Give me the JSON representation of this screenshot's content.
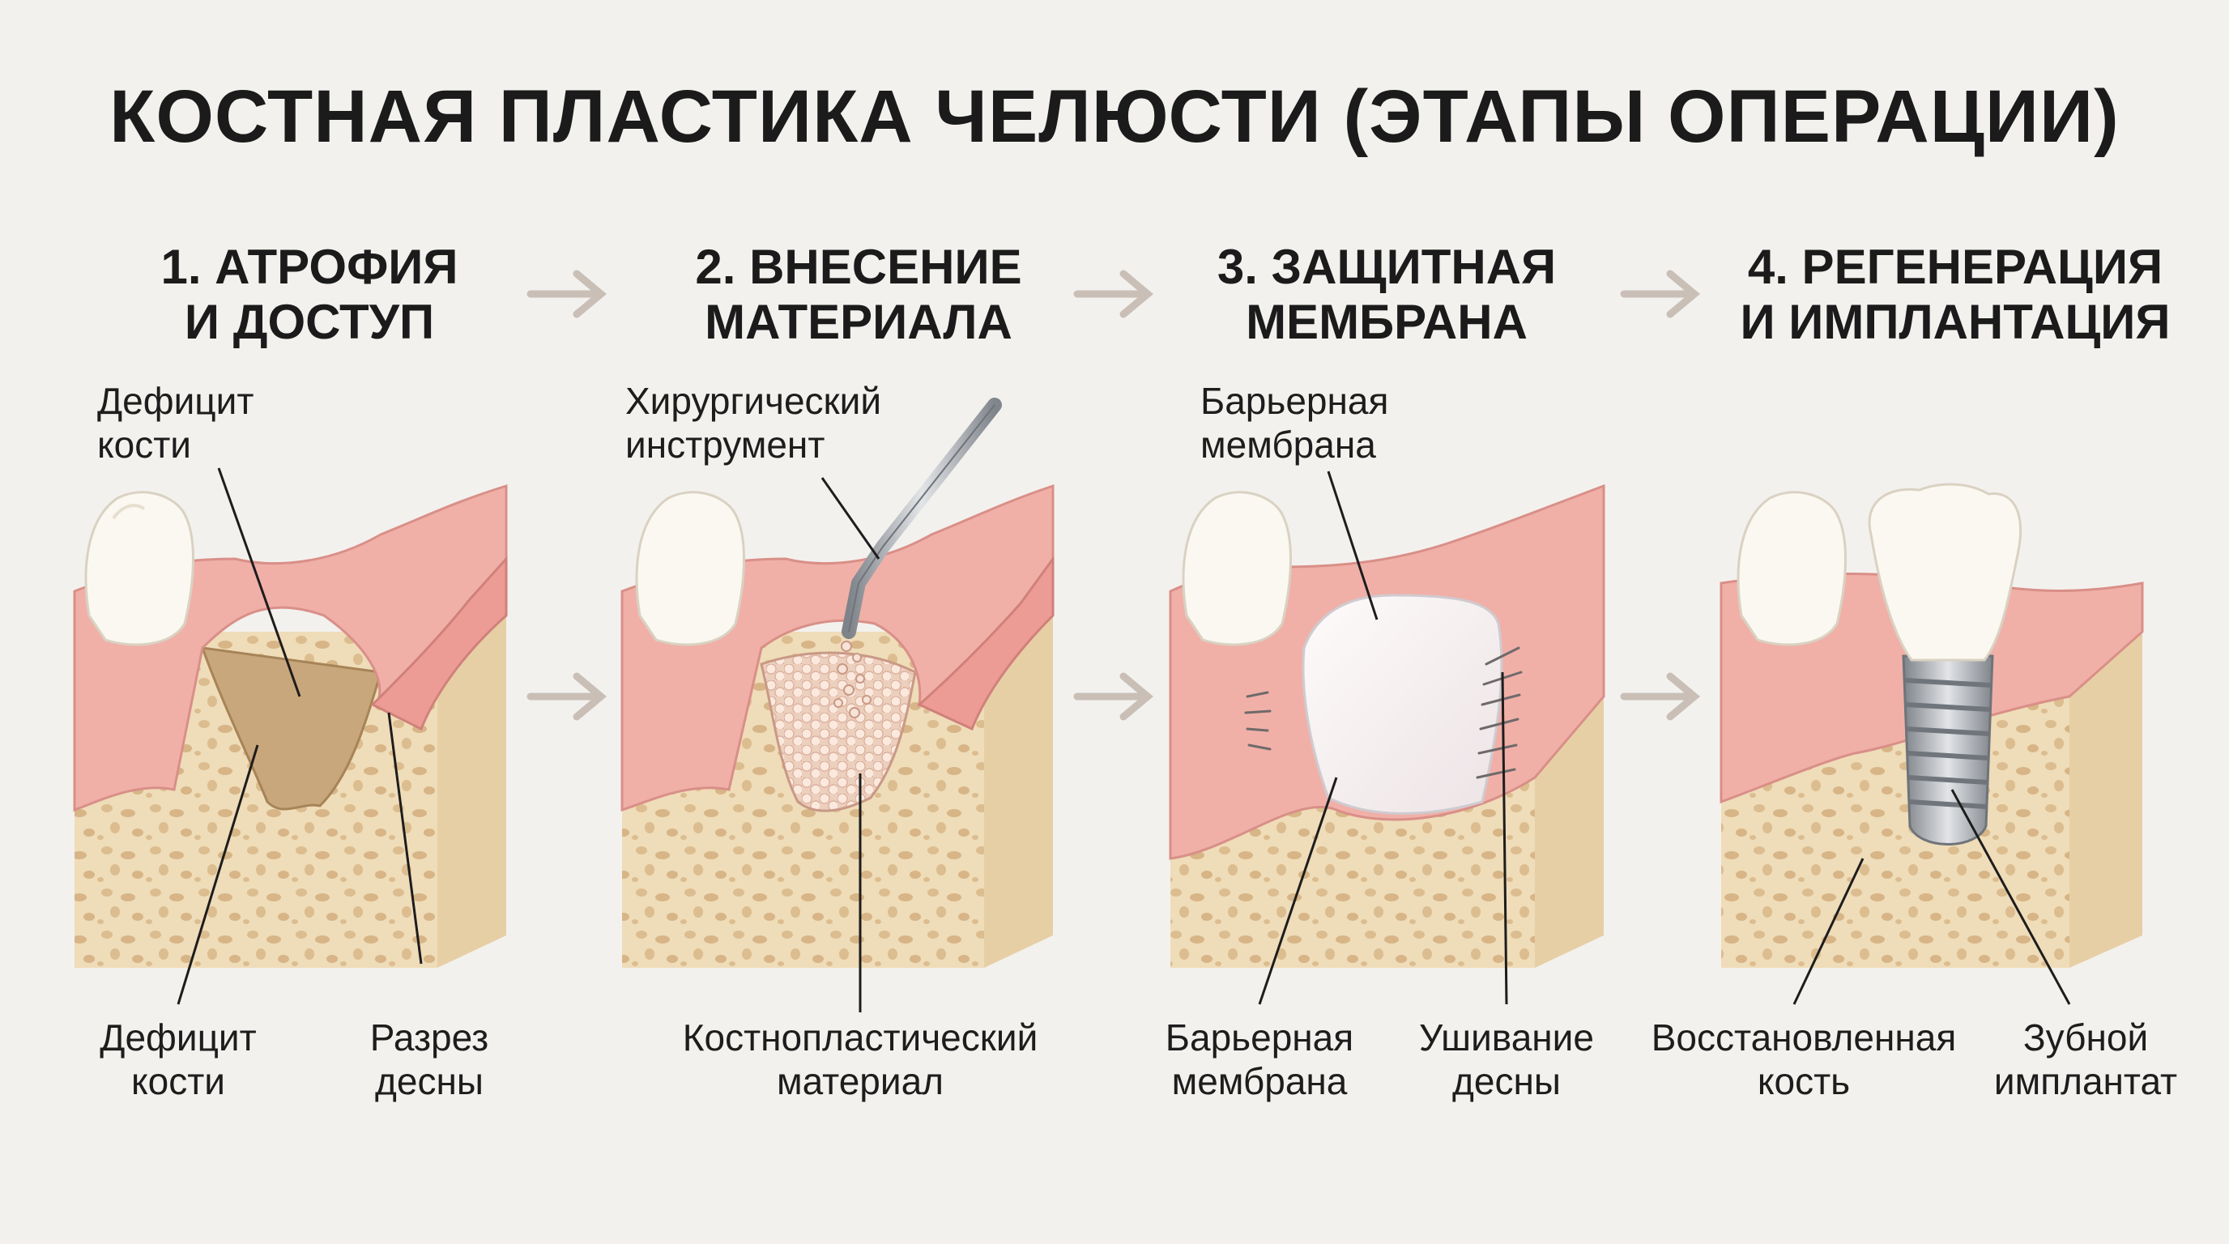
{
  "title": "КОСТНАЯ ПЛАСТИКА ЧЕЛЮСТИ (ЭТАПЫ ОПЕРАЦИИ)",
  "stages": [
    {
      "title": [
        "1. АТРОФИЯ",
        "И ДОСТУП"
      ],
      "top_label": [
        "Дефицит",
        "кости"
      ],
      "bottom_labels": [
        [
          "Дефицит",
          "кости"
        ],
        [
          "Разрез",
          "десны"
        ]
      ]
    },
    {
      "title": [
        "2. ВНЕСЕНИЕ",
        "МАТЕРИАЛА"
      ],
      "top_label": [
        "Хирургический",
        "инструмент"
      ],
      "bottom_labels": [
        [
          "Костнопластический",
          "материал"
        ]
      ]
    },
    {
      "title": [
        "3. ЗАЩИТНАЯ",
        "МЕМБРАНА"
      ],
      "top_label": [
        "Барьерная",
        "мембрана"
      ],
      "bottom_labels": [
        [
          "Барьерная",
          "мембрана"
        ],
        [
          "Ушивание",
          "десны"
        ]
      ]
    },
    {
      "title": [
        "4. РЕГЕНЕРАЦИЯ",
        "И ИМПЛАНТАЦИЯ"
      ],
      "top_label": null,
      "bottom_labels": [
        [
          "Восстановленная",
          "кость"
        ],
        [
          "Зубной",
          "имплантат"
        ]
      ]
    }
  ],
  "colors": {
    "background": "#f3f1ee",
    "gum": "#f0b0a8",
    "gum_dark": "#e3908a",
    "bone": "#efdcb8",
    "bone_pore": "#d9b98b",
    "tooth": "#fbf8f1",
    "arrow": "#c9bfb6",
    "implant": "#a9acb0"
  },
  "icons": [
    "right-arrow-icon",
    "surgical-instrument-icon",
    "tooth-icon",
    "implant-icon",
    "suture-icon"
  ]
}
